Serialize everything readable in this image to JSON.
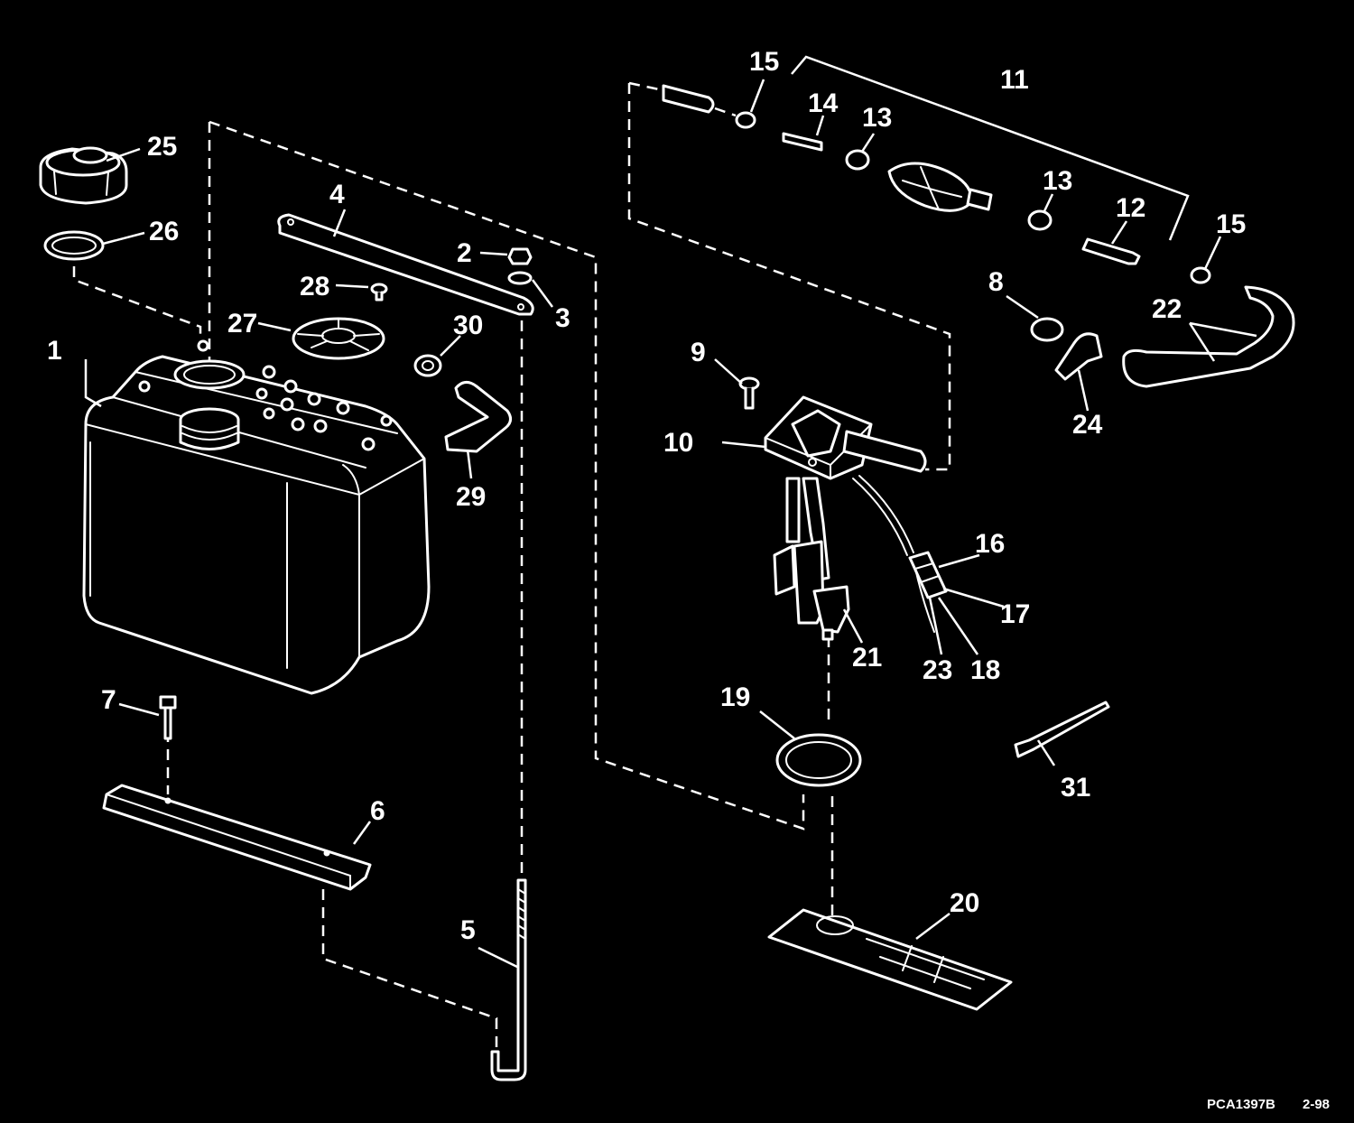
{
  "diagram": {
    "callouts": {
      "c1": "1",
      "c2": "2",
      "c3": "3",
      "c4": "4",
      "c5": "5",
      "c6": "6",
      "c7": "7",
      "c8": "8",
      "c9": "9",
      "c10": "10",
      "c11": "11",
      "c12": "12",
      "c13a": "13",
      "c13b": "13",
      "c14": "14",
      "c15a": "15",
      "c15b": "15",
      "c16": "16",
      "c17": "17",
      "c18": "18",
      "c19": "19",
      "c20": "20",
      "c21": "21",
      "c22": "22",
      "c23": "23",
      "c24": "24",
      "c25": "25",
      "c26": "26",
      "c27": "27",
      "c28": "28",
      "c29": "29",
      "c30": "30",
      "c31": "31"
    },
    "reference_code": "PCA1397B",
    "reference_date": "2-98"
  },
  "colors": {
    "background": "#000000",
    "line": "#ffffff"
  }
}
